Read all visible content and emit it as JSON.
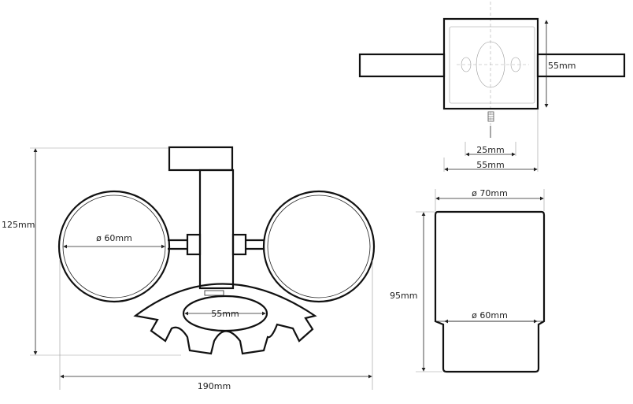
{
  "top_view": {
    "height_label": "55mm",
    "hole_spacing_label": "25mm",
    "width_label": "55mm"
  },
  "front_view": {
    "ring_diameter_label": "ø 60mm",
    "soap_dish_label": "55mm",
    "height_label": "125mm",
    "width_label": "190mm"
  },
  "cup_view": {
    "top_diameter_label": "ø 70mm",
    "bottom_diameter_label": "ø 60mm",
    "height_label": "95mm"
  }
}
